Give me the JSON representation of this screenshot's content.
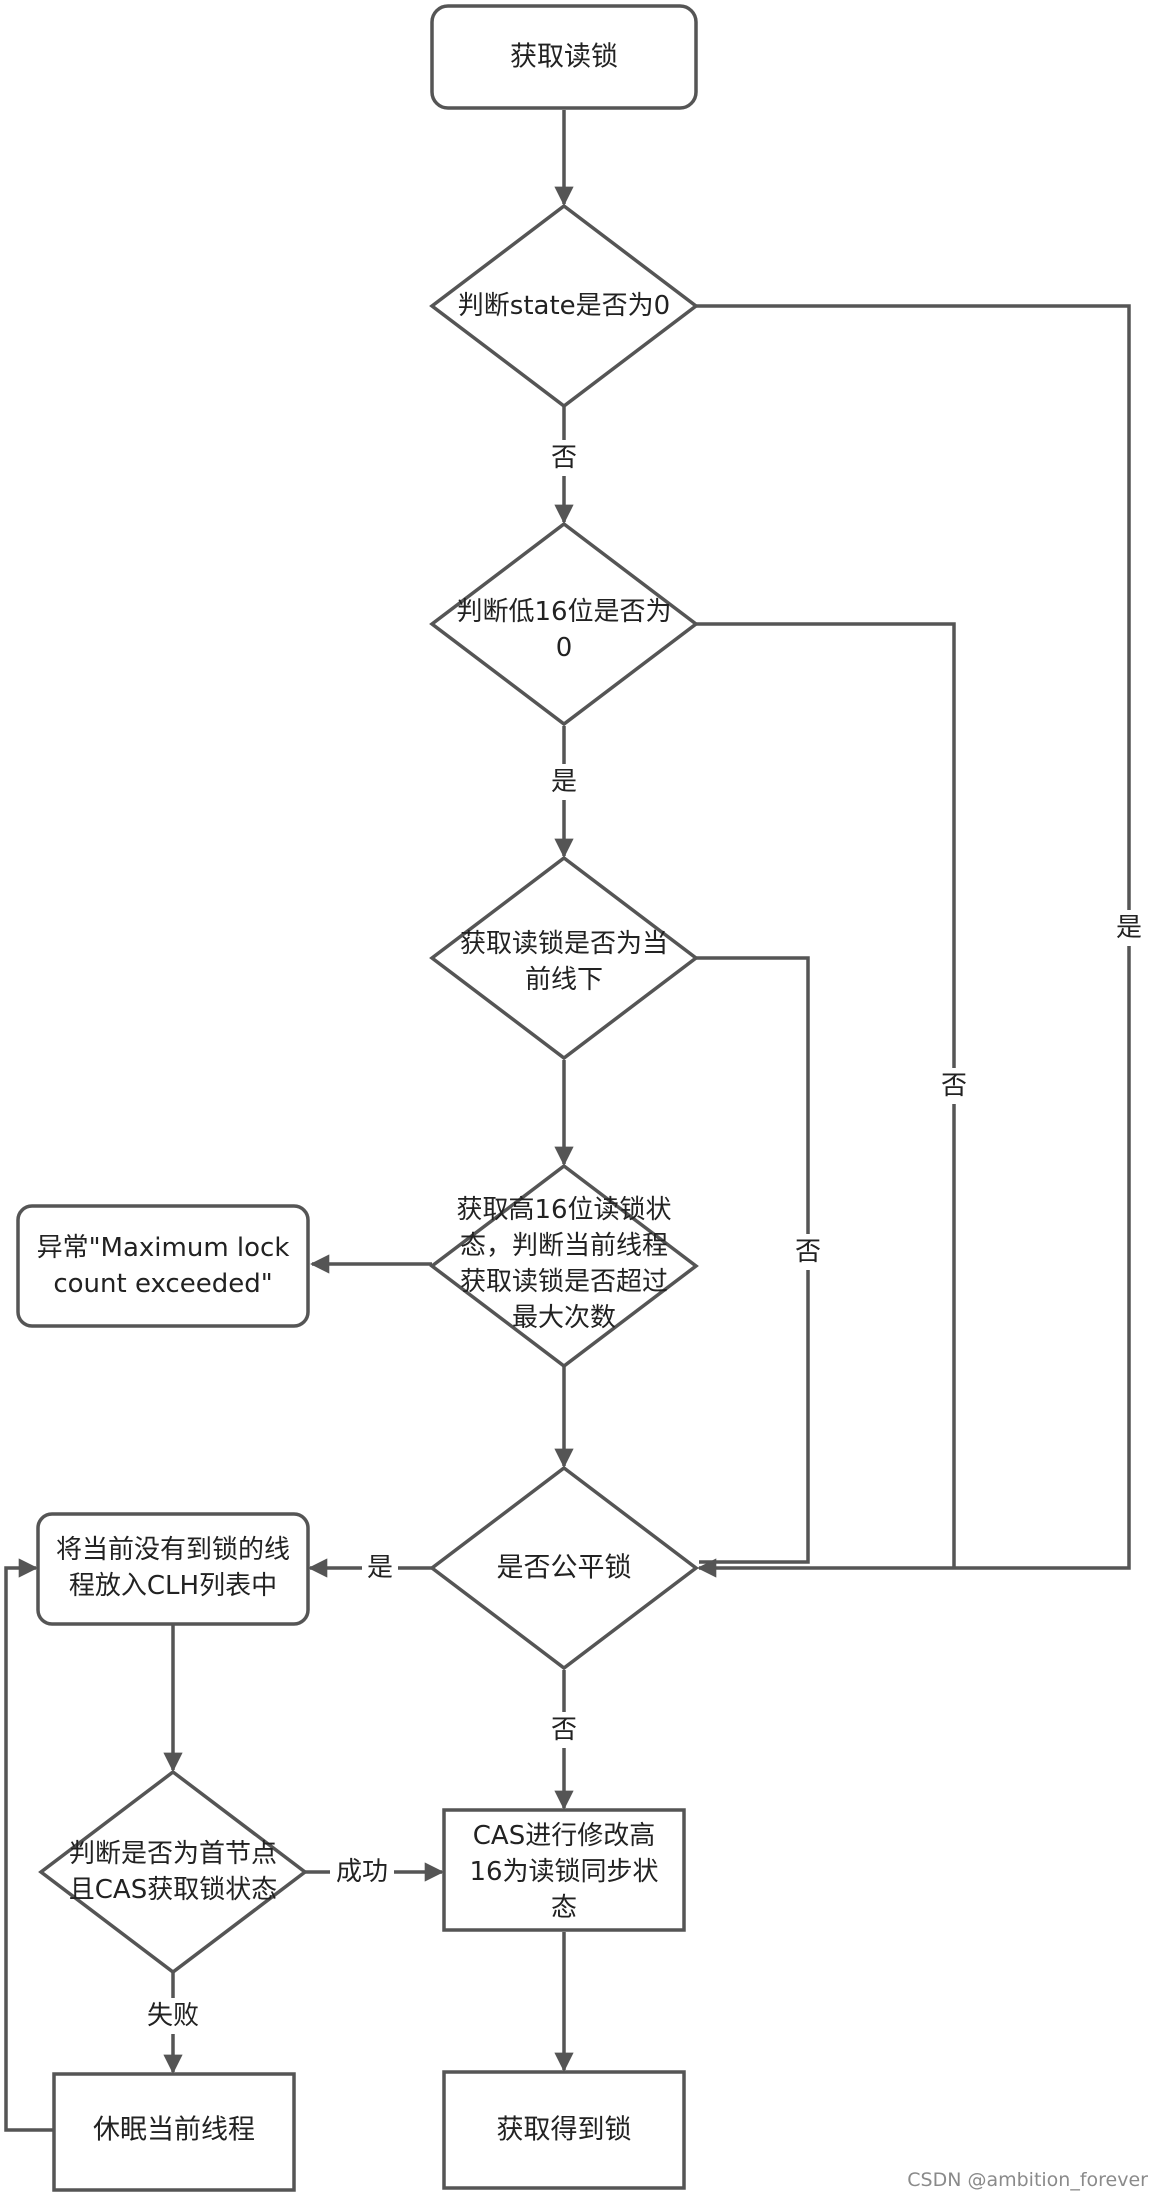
{
  "nodes": {
    "start": {
      "lines": [
        "获取读锁"
      ]
    },
    "state_zero": {
      "lines": [
        "判断state是否为0"
      ]
    },
    "low16_zero": {
      "lines": [
        "判断低16位是否为",
        "0"
      ]
    },
    "current_thread": {
      "lines": [
        "获取读锁是否为当",
        "前线下"
      ]
    },
    "exceed_check": {
      "lines": [
        "获取高16位读锁状",
        "态，判断当前线程",
        "获取读锁是否超过",
        "最大次数"
      ]
    },
    "exception": {
      "lines": [
        "异常\"Maximum lock",
        "count exceeded\""
      ]
    },
    "fair_lock": {
      "lines": [
        "是否公平锁"
      ]
    },
    "enqueue": {
      "lines": [
        "将当前没有到锁的线",
        "程放入CLH列表中"
      ]
    },
    "head_check": {
      "lines": [
        "判断是否为首节点",
        "且CAS获取锁状态"
      ]
    },
    "cas_update": {
      "lines": [
        "CAS进行修改高",
        "16为读锁同步状",
        "态"
      ]
    },
    "sleep": {
      "lines": [
        "休眠当前线程"
      ]
    },
    "acquired": {
      "lines": [
        "获取得到锁"
      ]
    }
  },
  "edge_labels": {
    "state_no": "否",
    "low16_yes": "是",
    "state_yes": "是",
    "low16_no": "否",
    "current_no": "否",
    "fair_yes": "是",
    "fair_no": "否",
    "success": "成功",
    "fail": "失败"
  },
  "watermark": "CSDN @ambition_forever"
}
